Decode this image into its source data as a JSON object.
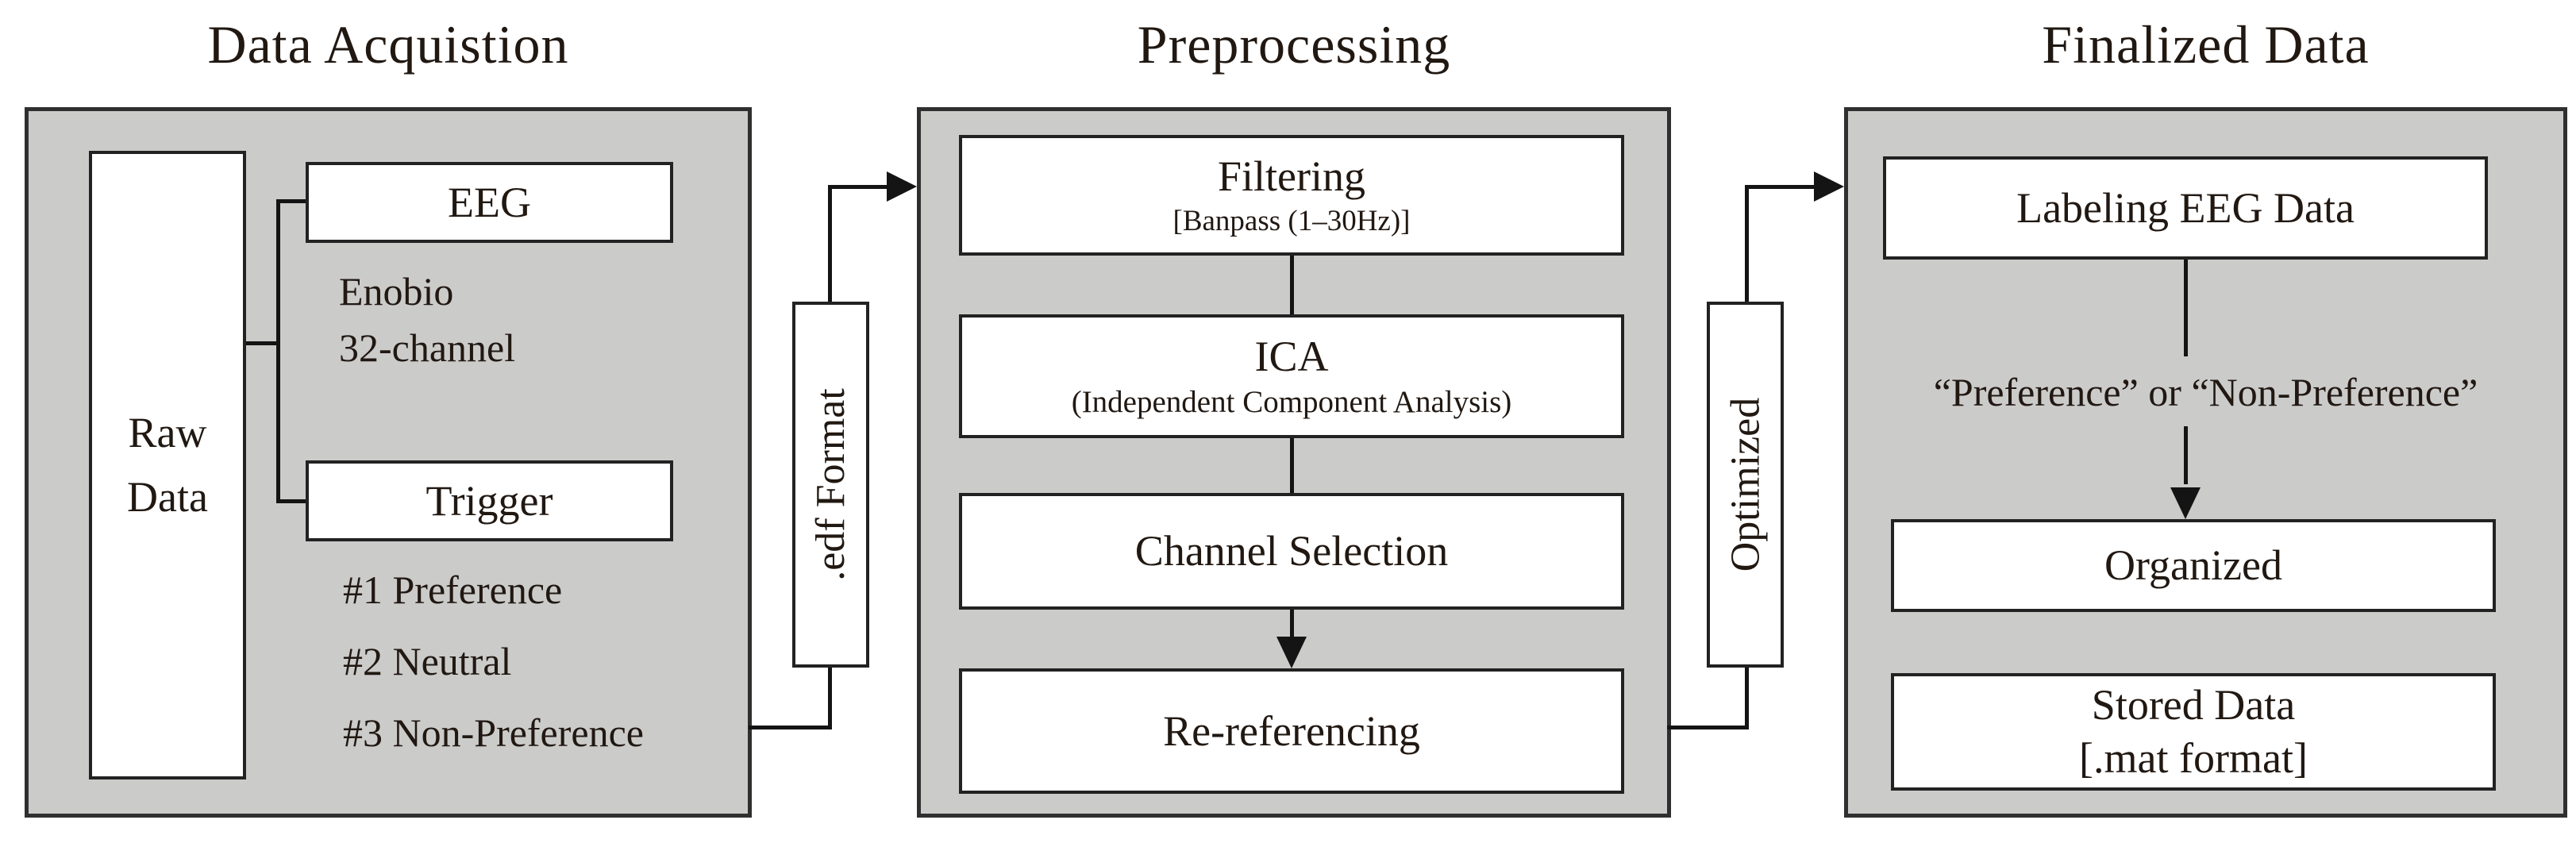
{
  "titles": {
    "acquisition": "Data Acquistion",
    "preprocessing": "Preprocessing",
    "finalized": "Finalized Data"
  },
  "acquisition": {
    "raw_data_label": "Raw Data",
    "eeg_label": "EEG",
    "device_note": {
      "line1": "Enobio",
      "line2": "32-channel"
    },
    "trigger_label": "Trigger",
    "trigger_items": [
      "#1 Preference",
      "#2 Neutral",
      "#3 Non-Preference"
    ]
  },
  "connectors": {
    "edf_label": ".edf Format",
    "optimized_label": "Optimized"
  },
  "preprocessing": {
    "filtering_label": "Filtering",
    "filtering_sub": "[Banpass (1–30Hz)]",
    "ica_label": "ICA",
    "ica_sub": "(Independent Component Analysis)",
    "channel_selection_label": "Channel Selection",
    "rereferencing_label": "Re-referencing"
  },
  "finalized": {
    "labeling_label": "Labeling EEG Data",
    "label_values": "“Preference” or “Non-Preference”",
    "organized_label": "Organized",
    "stored": {
      "line1": "Stored Data",
      "line2": "[.mat format]"
    }
  },
  "colors": {
    "panel_fill": "#cbcbca",
    "panel_border": "#2f2f2f",
    "box_fill": "#ffffff",
    "box_border": "#222222",
    "line": "#141414",
    "text": "#211812",
    "bg": "#ffffff"
  }
}
